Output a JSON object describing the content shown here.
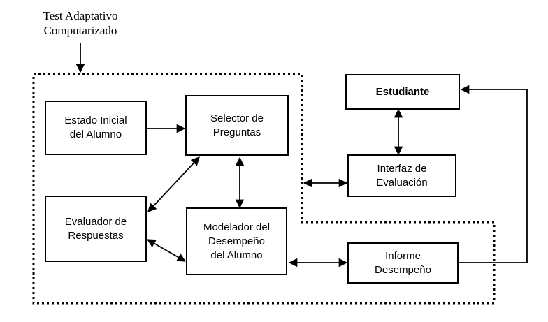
{
  "title": {
    "line1": "Test Adaptativo",
    "line2": "Computarizado"
  },
  "boxes": {
    "estado_inicial": {
      "line1": "Estado Inicial",
      "line2": "del Alumno"
    },
    "selector": {
      "line1": "Selector de",
      "line2": "Preguntas"
    },
    "evaluador": {
      "line1": "Evaluador de",
      "line2": "Respuestas"
    },
    "modelador": {
      "line1": "Modelador del",
      "line2": "Desempeño",
      "line3": "del Alumno"
    },
    "estudiante": {
      "line1": "Estudiante"
    },
    "interfaz": {
      "line1": "Interfaz de",
      "line2": "Evaluación"
    },
    "informe": {
      "line1": "Informe",
      "line2": "Desempeño"
    }
  }
}
